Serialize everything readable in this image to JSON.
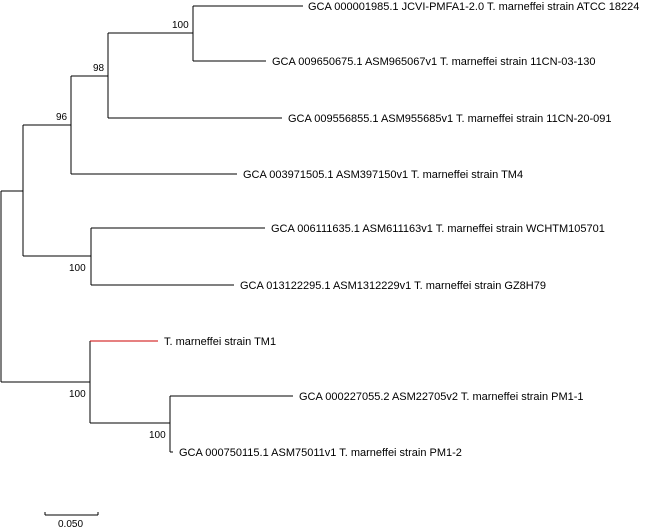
{
  "tree": {
    "branch_color": "#000000",
    "highlight_color": "#cc0000",
    "leaves": [
      {
        "id": "L1",
        "label": "GCA 000001985.1 JCVI-PMFA1-2.0 T. marneffei strain ATCC 18224",
        "highlighted": false
      },
      {
        "id": "L2",
        "label": "GCA 009650675.1 ASM965067v1 T. marneffei strain 11CN-03-130",
        "highlighted": false
      },
      {
        "id": "L3",
        "label": "GCA 009556855.1 ASM955685v1 T. marneffei strain 11CN-20-091",
        "highlighted": false
      },
      {
        "id": "L4",
        "label": "GCA 003971505.1 ASM397150v1 T. marneffei strain TM4",
        "highlighted": false
      },
      {
        "id": "L5",
        "label": "GCA 006111635.1 ASM611163v1 T. marneffei strain WCHTM105701",
        "highlighted": false
      },
      {
        "id": "L6",
        "label": "GCA 013122295.1 ASM1312229v1 T. marneffei strain GZ8H79",
        "highlighted": false
      },
      {
        "id": "L7",
        "label": "T. marneffei strain TM1",
        "highlighted": true
      },
      {
        "id": "L8",
        "label": "GCA 000227055.2 ASM22705v2 T. marneffei strain PM1-1",
        "highlighted": false
      },
      {
        "id": "L9",
        "label": "GCA 000750115.1 ASM75011v1 T. marneffei strain PM1-2",
        "highlighted": false
      }
    ],
    "support_values": [
      {
        "node": "n_L1_L2",
        "value": "100"
      },
      {
        "node": "n_L1_L3",
        "value": "98"
      },
      {
        "node": "n_L1_L4",
        "value": "96"
      },
      {
        "node": "n_L5_L6",
        "value": "100"
      },
      {
        "node": "n_L7_L9",
        "value": "100"
      },
      {
        "node": "n_L8_L9",
        "value": "100"
      }
    ],
    "scale_bar": {
      "label": "0.050"
    }
  }
}
